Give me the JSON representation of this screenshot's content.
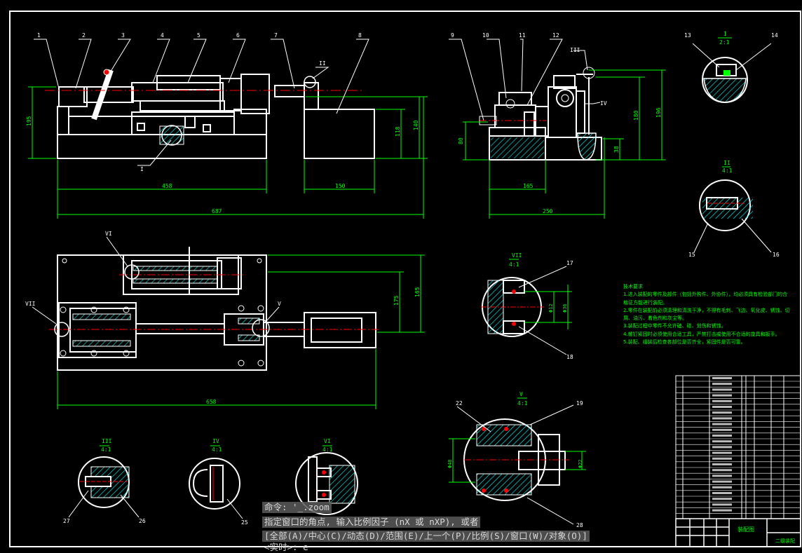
{
  "drawing": {
    "part_balloons": [
      "1",
      "2",
      "3",
      "4",
      "5",
      "6",
      "7",
      "8",
      "9",
      "10",
      "11",
      "12",
      "13",
      "14",
      "15",
      "16",
      "17",
      "18",
      "19",
      "22",
      "25",
      "26",
      "27",
      "28"
    ],
    "section_marks": [
      "I",
      "II",
      "III",
      "IV",
      "V",
      "VI",
      "VII"
    ],
    "dims_front": {
      "w1": "458",
      "w2": "150",
      "w3": "687",
      "h1": "195",
      "h2": "118",
      "h3": "140"
    },
    "dims_side": {
      "w1": "165",
      "w2": "250",
      "h1": "80",
      "h2": "180",
      "h3": "196",
      "h4": "38"
    },
    "dims_top": {
      "w1": "658",
      "h1": "175",
      "h2": "165"
    },
    "detail_labels": {
      "d1": {
        "roman": "I",
        "scale": "2:1"
      },
      "d2": {
        "roman": "II",
        "scale": "4:1"
      },
      "d3": {
        "roman": "VII",
        "scale": "4:1"
      },
      "d4": {
        "roman": "V",
        "scale": "4:1"
      },
      "d5": {
        "roman": "III",
        "scale": "4:1"
      },
      "d6": {
        "roman": "IV",
        "scale": "4:1"
      },
      "d7": {
        "roman": "VI",
        "scale": "4:1"
      }
    },
    "detail_dims": {
      "vii_a": "Φ12",
      "vii_b": "Φ36",
      "v_a": "Φ48",
      "v_b": "Φ22"
    }
  },
  "tech": {
    "title": "技术要求",
    "lines": [
      "1.进入装配的零件及部件（包括外购件、外协件），均必须具有检验部门的合格证方能进行装配。",
      "2.零件在装配前必须清理和清洗干净，不得有毛刺、飞边、氧化皮、锈蚀、切屑、油污、着色剂和灰尘等。",
      "3.装配过程中零件不允许磕、碰、划伤和锈蚀。",
      "4.螺钉紧固时必须使用合适工具，严禁打击或使用不合适的旋具和扳手。",
      "5.装配、组装后检查各部位是否齐全，紧固件是否可靠。"
    ]
  },
  "title_block": {
    "center_label": "装配图",
    "right_label": "二级装配"
  },
  "command": {
    "line1": "命令: '_.zoom",
    "line2": "指定窗口的角点, 输入比例因子 (nX 或 nXP), 或者",
    "line3": "[全部(A)/中心(C)/动态(D)/范围(E)/上一个(P)/比例(S)/窗口(W)/对象(O)]",
    "line4": "<实时>: e"
  },
  "colors": {
    "outline": "#ffffff",
    "dim": "#00ff00",
    "center": "#ff0000",
    "hatch": "#00ffff",
    "background": "#000000"
  }
}
